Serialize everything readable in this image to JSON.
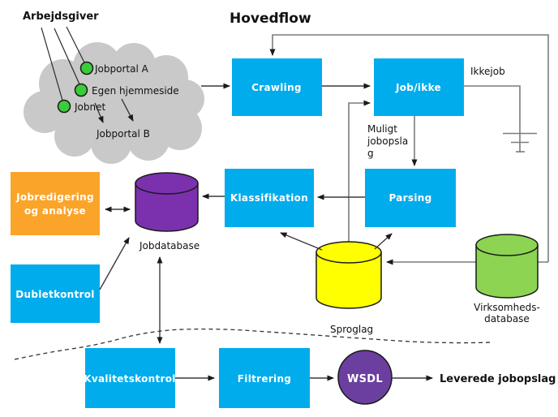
{
  "diagram": {
    "title": "Hovedflow",
    "employer_label": "Arbejdsgiver",
    "cloud": {
      "portal_a": "Jobportal A",
      "own_site": "Egen hjemmeside",
      "jobnet": "Jobnet",
      "portal_b": "Jobportal B"
    },
    "processes": {
      "crawling": "Crawling",
      "job_ikke": "Job/ikke",
      "klassifikation": "Klassifikation",
      "parsing": "Parsing",
      "dubletkontrol": "Dubletkontrol",
      "kvalitetskontrol": "Kvalitetskontrol",
      "filtrering": "Filtrering",
      "jobredigering_line1": "Jobredigering",
      "jobredigering_line2": "og analyse",
      "wsdl": "WSDL"
    },
    "datastores": {
      "jobdatabase": "Jobdatabase",
      "sproglag": "Sproglag",
      "virksomheds_line1": "Virksomheds-",
      "virksomheds_line2": "database"
    },
    "annotations": {
      "ikkejob": "Ikkejob",
      "muligt_line1": "Muligt",
      "muligt_line2": "jobopsla",
      "muligt_line3": "g",
      "leverede": "Leverede jobopslag"
    }
  },
  "colors": {
    "process_blue": "#00ACEC",
    "edit_orange": "#FAA42A",
    "jobdb_purple": "#7B31AD",
    "sproglag_yellow": "#FFFF00",
    "virk_green": "#8CD452",
    "wsdl_purple": "#6B3FA0",
    "cloud_gray": "#C9C9C9",
    "dot_green": "#3BCB3B"
  }
}
